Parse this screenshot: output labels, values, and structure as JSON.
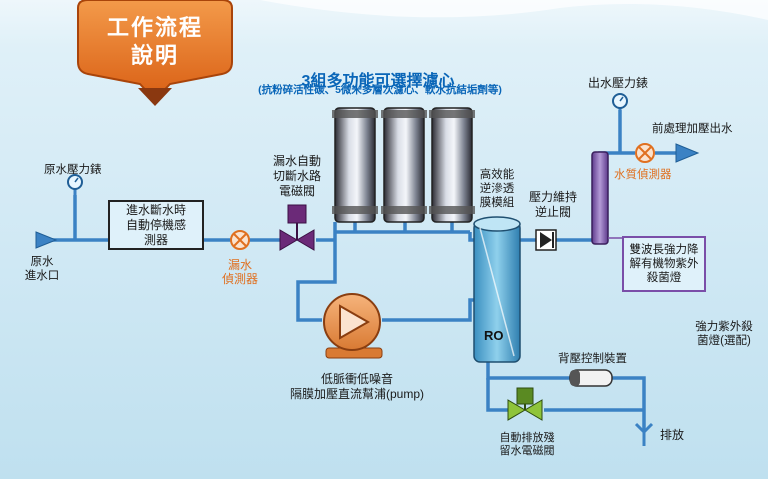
{
  "badge": {
    "line1": "工作流程",
    "line2": "說明"
  },
  "header": {
    "title": "3組多功能可選擇濾心",
    "subtitle": "(抗粉碎活性碳、5微米多層次濾心、軟水抗結垢劑等)"
  },
  "labels": {
    "raw_water_gauge": "原水壓力錶",
    "raw_inlet_l1": "原水",
    "raw_inlet_l2": "進水口",
    "stop_sensor_l1": "進水斷水時",
    "stop_sensor_l2": "自動停機感",
    "stop_sensor_l3": "測器",
    "leak_sensor_l1": "漏水",
    "leak_sensor_l2": "偵測器",
    "leak_valve_l1": "漏水自動",
    "leak_valve_l2": "切斷水路",
    "leak_valve_l3": "電磁閥",
    "membrane_l1": "高效能",
    "membrane_l2": "逆滲透",
    "membrane_l3": "膜模組",
    "ro": "RO",
    "check_valve_l1": "壓力維持",
    "check_valve_l2": "逆止閥",
    "out_gauge": "出水壓力錶",
    "pre_outlet": "前處理加壓出水",
    "quality_sensor": "水質偵測器",
    "uv_box_l1": "雙波長強力降",
    "uv_box_l2": "解有機物紫外",
    "uv_box_l3": "殺菌燈",
    "uv_opt_l1": "強力紫外殺",
    "uv_opt_l2": "菌燈(選配)",
    "pump_l1": "低脈衝低噪音",
    "pump_l2": "隔膜加壓直流幫浦(pump)",
    "backpressure": "背壓控制裝置",
    "drain_valve_l1": "自動排放殘",
    "drain_valve_l2": "留水電磁閥",
    "drain": "排放"
  },
  "colors": {
    "pipe": "#3b82c4",
    "accent": "#e07020",
    "title": "#0a66b8",
    "valve_purple": "#6b2a78",
    "valve_green": "#8fc43a",
    "uv_purple": "#7a4ea8"
  }
}
